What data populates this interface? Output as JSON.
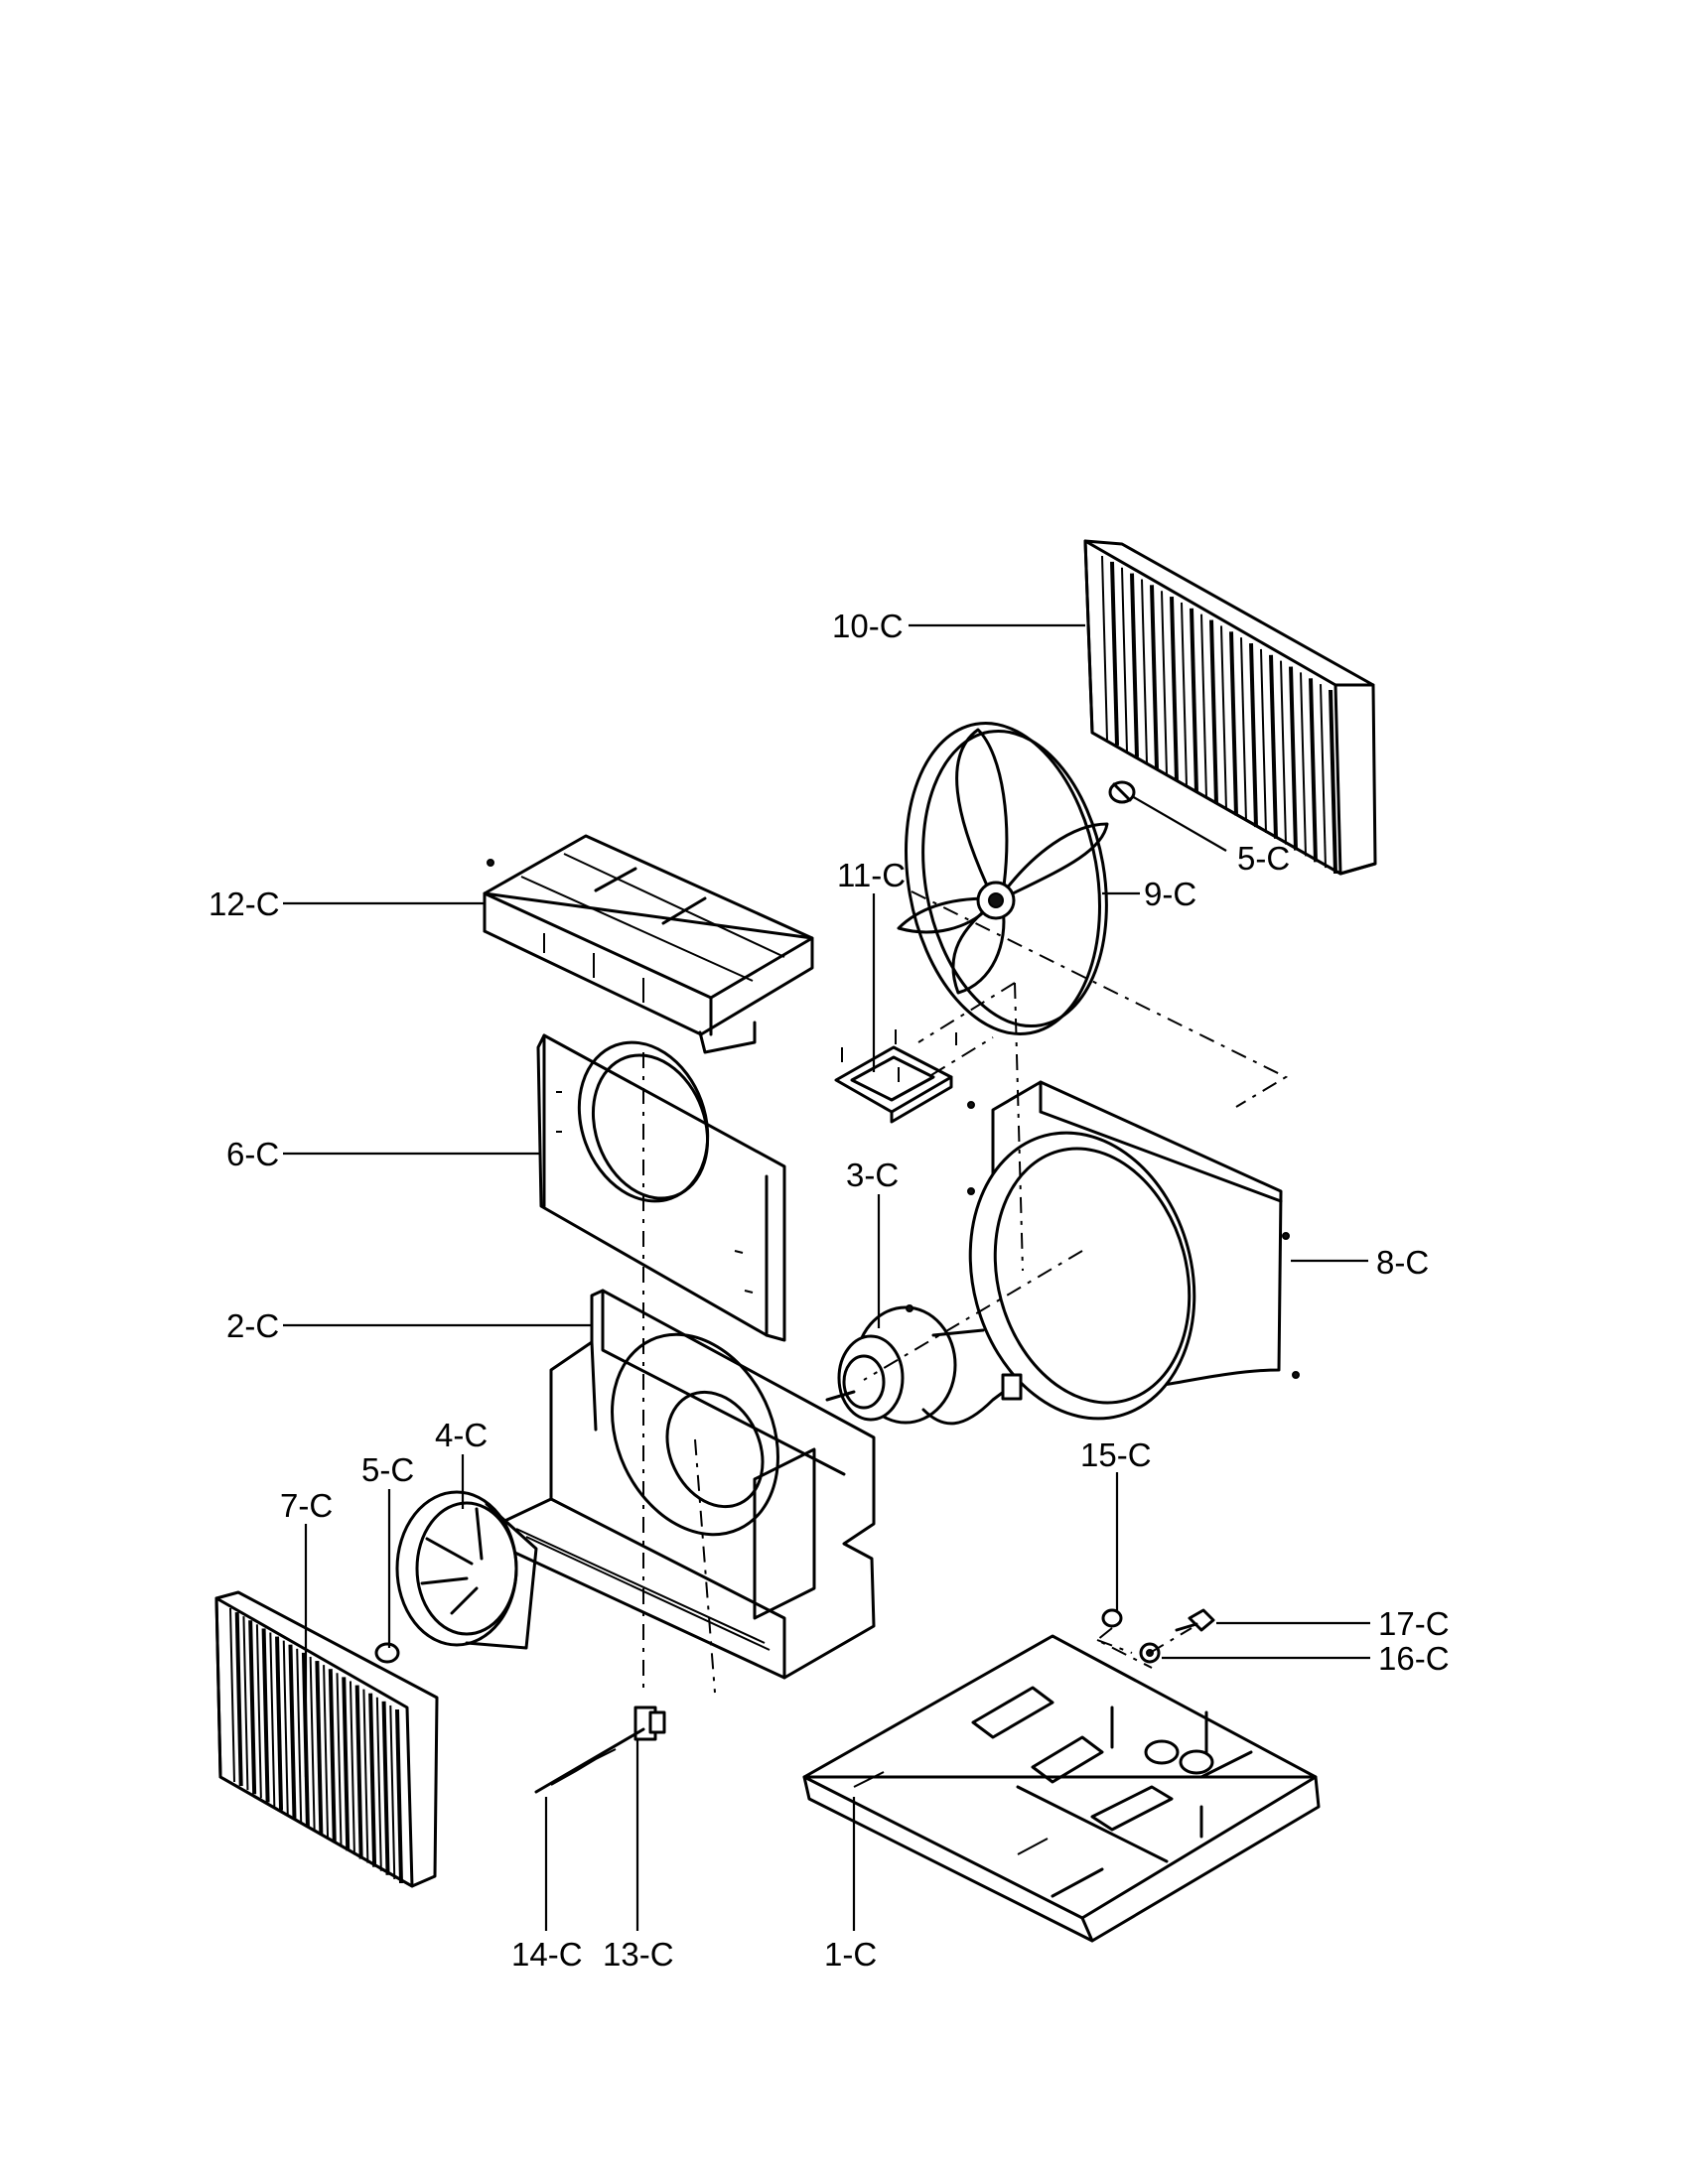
{
  "labels": {
    "p10": "10-C",
    "p5a": "5-C",
    "p9": "9-C",
    "p11": "11-C",
    "p12": "12-C",
    "p6": "6-C",
    "p3": "3-C",
    "p8": "8-C",
    "p2": "2-C",
    "p4": "4-C",
    "p5b": "5-C",
    "p7": "7-C",
    "p15": "15-C",
    "p17": "17-C",
    "p16": "16-C",
    "p14": "14-C",
    "p13": "13-C",
    "p1": "1-C"
  }
}
